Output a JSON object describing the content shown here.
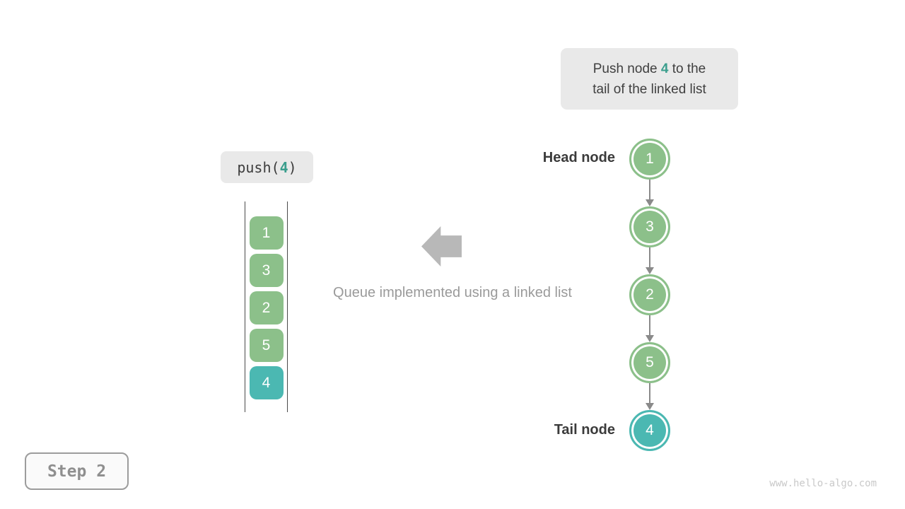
{
  "colors": {
    "node_green": "#8cc08a",
    "node_teal": "#4bb8b2",
    "highlight_teal": "#3a9e8d",
    "link_arrow_gray": "#8a8a8a",
    "block_arrow_gray": "#b8b8b8",
    "box_gray": "#e9e9e9",
    "label_dark": "#3b3b3b",
    "caption_gray": "#9a9a9a"
  },
  "icons": {
    "direction_arrow": "left-block-arrow",
    "node_link": "down-arrow"
  },
  "callout": {
    "line1_pre": "Push node ",
    "line1_num": "4",
    "line1_post": " to the",
    "line2": "tail of the linked list"
  },
  "operation": {
    "pre": "push(",
    "arg": "4",
    "post": ")"
  },
  "queue_stack": {
    "items": [
      {
        "value": "1",
        "type": "green"
      },
      {
        "value": "3",
        "type": "green"
      },
      {
        "value": "2",
        "type": "green"
      },
      {
        "value": "5",
        "type": "green"
      },
      {
        "value": "4",
        "type": "teal"
      }
    ]
  },
  "caption": {
    "text": "Queue implemented using a linked list"
  },
  "linked_list": {
    "head_label": "Head node",
    "tail_label": "Tail node",
    "nodes": [
      {
        "value": "1",
        "type": "green"
      },
      {
        "value": "3",
        "type": "green"
      },
      {
        "value": "2",
        "type": "green"
      },
      {
        "value": "5",
        "type": "green"
      },
      {
        "value": "4",
        "type": "teal"
      }
    ]
  },
  "step_badge": {
    "label": "Step 2"
  },
  "watermark": {
    "text": "www.hello-algo.com"
  }
}
